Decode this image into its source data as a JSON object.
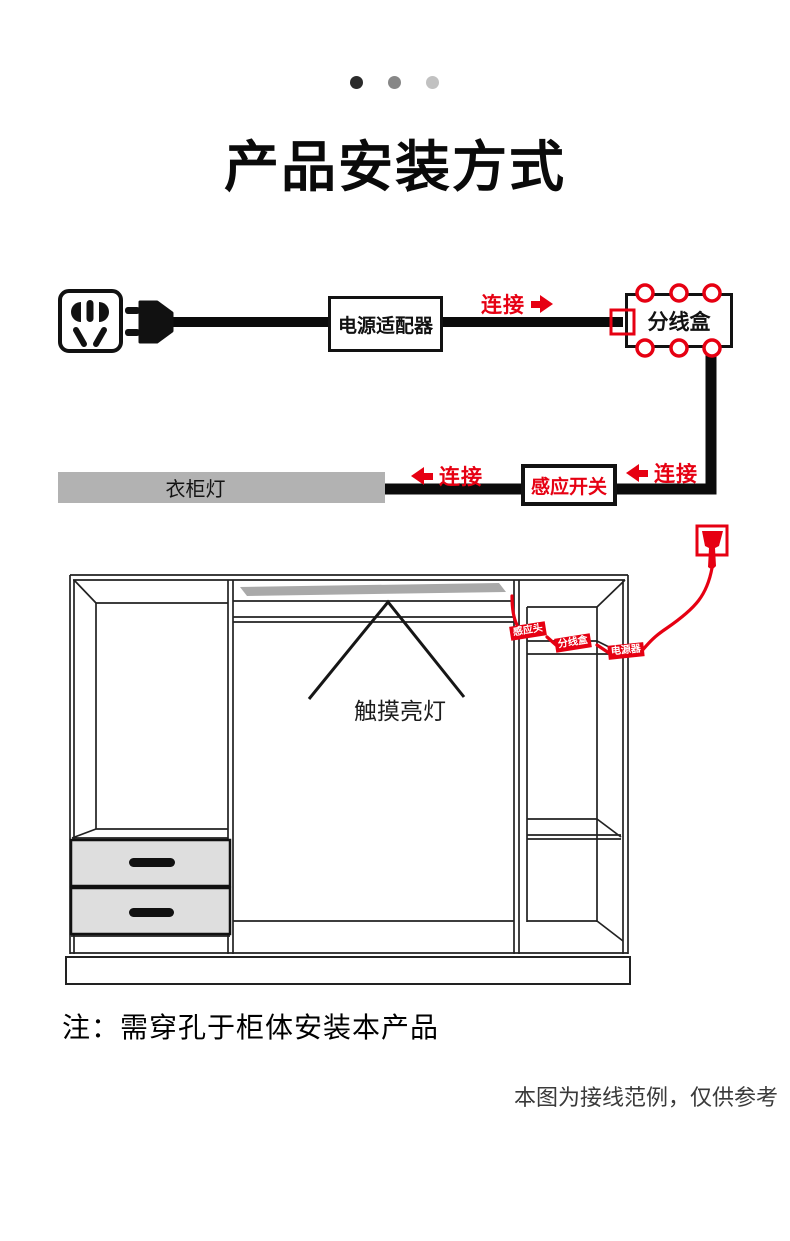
{
  "title": "产品安装方式",
  "dots": {
    "colors": [
      "#2b2b2b",
      "#878787",
      "#c1c1c1"
    ]
  },
  "colors": {
    "accent_red": "#e60012",
    "cable_black": "#0b0b0b",
    "light_bar_gray": "#b2b2b2",
    "led_strip_gray": "#a9a9a9",
    "drawer_gray": "#dedede",
    "line_art": "#222222"
  },
  "wiring": {
    "adapter_label": "电源适配器",
    "junction_label": "分线盒",
    "sensor_label": "感应开关",
    "wardrobe_light_label": "衣柜灯",
    "connect_labels": [
      "连接",
      "连接",
      "连接"
    ]
  },
  "wardrobe": {
    "touch_label": "触摸亮灯",
    "tags": [
      {
        "label": "感应头"
      },
      {
        "label": "分线盒"
      },
      {
        "label": "电源器"
      }
    ]
  },
  "note": "注：需穿孔于柜体安装本产品",
  "footer": "本图为接线范例，仅供参考"
}
